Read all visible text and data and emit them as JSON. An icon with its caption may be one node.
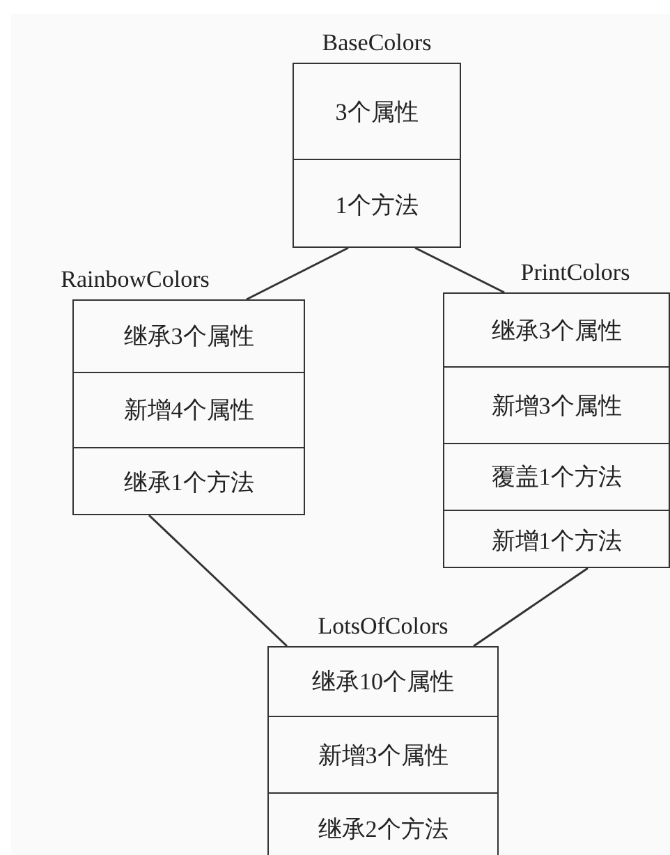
{
  "diagram": {
    "nodes": [
      {
        "text": [
          "BaseColors",
          "3个属性",
          "1个方法"
        ]
      },
      {
        "text": [
          "RainbowColors",
          "继承3个属性",
          "新增4个属性",
          "继承1个方法"
        ]
      },
      {
        "text": [
          "PrintColors",
          "继承3个属性",
          "新增3个属性",
          "覆盖1个方法",
          "新增1个方法"
        ]
      },
      {
        "text": [
          "LotsOfColors",
          "继承10个属性",
          "新增3个属性",
          "继承2个方法"
        ]
      }
    ],
    "edges": [
      {
        "from": 0,
        "to": 1,
        "arrow": "none"
      },
      {
        "from": 0,
        "to": 2,
        "arrow": "none"
      },
      {
        "from": 1,
        "to": 3,
        "arrow": "none"
      },
      {
        "from": 2,
        "to": 3,
        "arrow": "none"
      }
    ]
  }
}
